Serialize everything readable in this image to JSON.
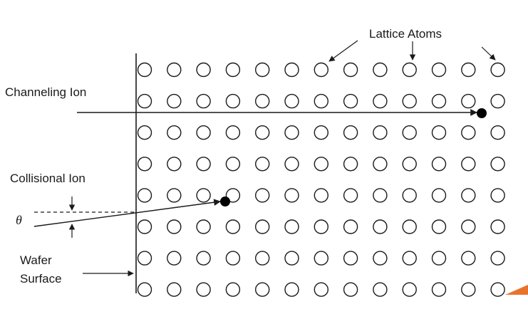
{
  "labels": {
    "lattice_atoms": "Lattice Atoms",
    "channeling_ion": "Channeling Ion",
    "collisional_ion": "Collisional Ion",
    "angle": "θ",
    "wafer_line1": "Wafer",
    "wafer_line2": "Surface"
  },
  "lattice": {
    "rows": 8,
    "columns": 13
  },
  "colors": {
    "background": "#ffffff",
    "line": "#1a1a1a",
    "atom_stroke": "#1a1a1a",
    "ion_fill": "#000000",
    "corner_accent": "#e8742c"
  }
}
